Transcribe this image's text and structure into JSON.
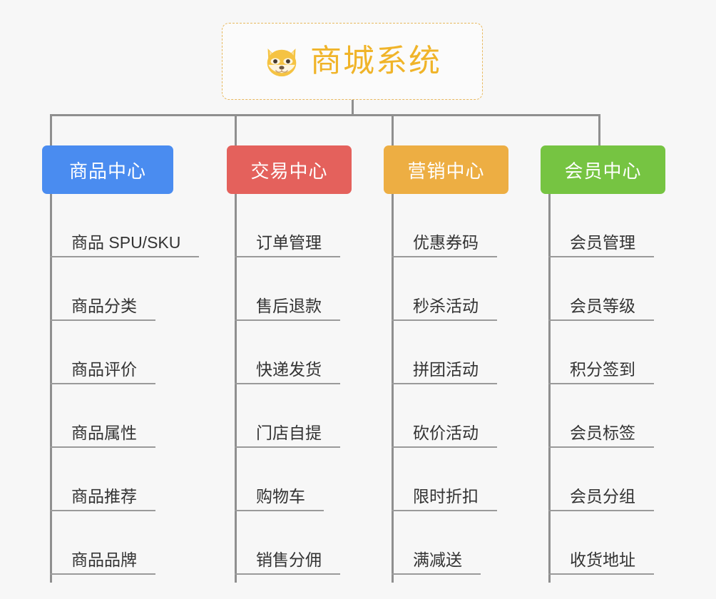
{
  "page": {
    "background_color": "#f7f7f7",
    "line_color": "#8f8f8f"
  },
  "root": {
    "label": "商城系统",
    "icon": "shiba-dog-emoji",
    "text_color": "#f0b429",
    "border_color": "#e8b95f"
  },
  "categories": [
    {
      "label": "商品中心",
      "color": "#4a8cf0",
      "items": [
        {
          "label": "商品 SPU/SKU"
        },
        {
          "label": "商品分类"
        },
        {
          "label": "商品评价"
        },
        {
          "label": "商品属性"
        },
        {
          "label": "商品推荐"
        },
        {
          "label": "商品品牌"
        }
      ]
    },
    {
      "label": "交易中心",
      "color": "#e4615c",
      "items": [
        {
          "label": "订单管理"
        },
        {
          "label": "售后退款"
        },
        {
          "label": "快递发货"
        },
        {
          "label": "门店自提"
        },
        {
          "label": "购物车"
        },
        {
          "label": "销售分佣"
        }
      ]
    },
    {
      "label": "营销中心",
      "color": "#edae43",
      "items": [
        {
          "label": "优惠券码"
        },
        {
          "label": "秒杀活动"
        },
        {
          "label": "拼团活动"
        },
        {
          "label": "砍价活动"
        },
        {
          "label": "限时折扣"
        },
        {
          "label": "满减送"
        }
      ]
    },
    {
      "label": "会员中心",
      "color": "#76c442",
      "items": [
        {
          "label": "会员管理"
        },
        {
          "label": "会员等级"
        },
        {
          "label": "积分签到"
        },
        {
          "label": "会员标签"
        },
        {
          "label": "会员分组"
        },
        {
          "label": "收货地址"
        }
      ]
    }
  ]
}
